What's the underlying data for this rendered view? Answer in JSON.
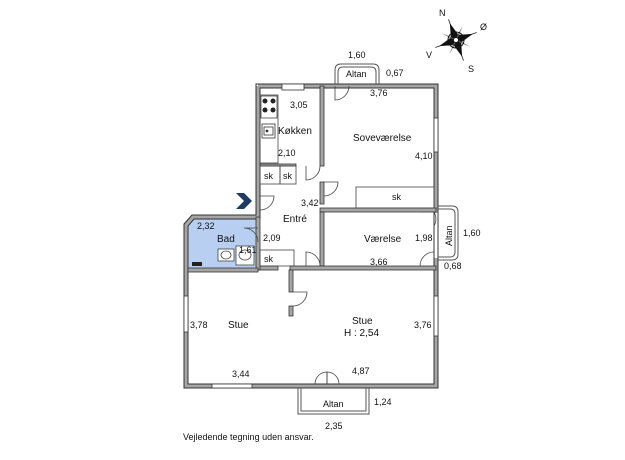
{
  "rooms": {
    "kokken": "Køkken",
    "sovevaerelse": "Soveværelse",
    "entre": "Entré",
    "vaerelse": "Værelse",
    "bad": "Bad",
    "stue_left": "Stue",
    "stue_right": "Stue",
    "stue_height": "H : 2,54"
  },
  "balconies": {
    "top": "Altan",
    "right": "Altan",
    "bottom": "Altan"
  },
  "cabinets": {
    "sk1": "sk",
    "sk2": "sk",
    "sk3": "sk",
    "sk4": "sk"
  },
  "dimensions": {
    "top_altan_width": "1,60",
    "top_altan_depth": "0,67",
    "kitchen_top": "3,76",
    "kitchen_width": "3,05",
    "kitchen_depth": "2,10",
    "bedroom_depth": "4,10",
    "entre_width": "3,42",
    "bad_width": "2,32",
    "bad_depth": "1,61",
    "entre_depth": "2,09",
    "vaerelse_depth": "1,98",
    "right_altan_width": "1,60",
    "right_altan_depth": "0,68",
    "vaerelse_width": "3,66",
    "stue_left_depth": "3,78",
    "stue_right_depth": "3,76",
    "stue_left_width": "3,44",
    "stue_right_width": "4,87",
    "bottom_altan_depth": "1,24",
    "bottom_altan_width": "2,35"
  },
  "compass": {
    "north": "N",
    "east": "Ø",
    "south": "S",
    "west": "V"
  },
  "caption": "Vejledende tegning uden ansvar.",
  "colors": {
    "wall": "#a6a6a6",
    "bathroom": "#b8cff2",
    "entrance_marker": "#1f3a63"
  }
}
